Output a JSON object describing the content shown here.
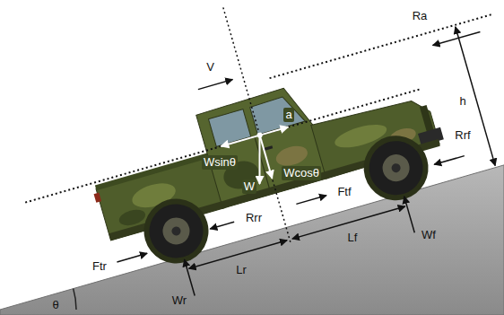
{
  "diagram": {
    "labels": [
      "Ra",
      "V",
      "h",
      "a",
      "Rrf",
      "Wsinθ",
      "Wcosθ",
      "Ftf",
      "W",
      "Rrr",
      "Ftr",
      "Lf",
      "Wf",
      "Lr",
      "Wr",
      "θ"
    ]
  }
}
